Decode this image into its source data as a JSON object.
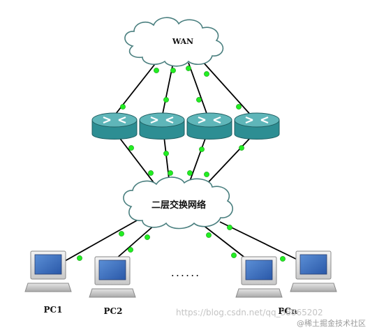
{
  "wan_label": "WAN",
  "switch_network_label": "二层交换网络",
  "pcs": {
    "pc1": "PC1",
    "pc2": "PC2",
    "pcn": "PCn"
  },
  "ellipsis": "......",
  "watermark": {
    "url": "https://blog.csdn.net/qq_38865202",
    "brand": "@稀土掘金技术社区"
  },
  "colors": {
    "link_dot": "#22ee22",
    "router_body": "#2d8e93",
    "router_top": "#5fb6b9",
    "cloud_fill": "#ffffff",
    "cloud_stroke": "#4a7f7f",
    "line": "#000000"
  }
}
